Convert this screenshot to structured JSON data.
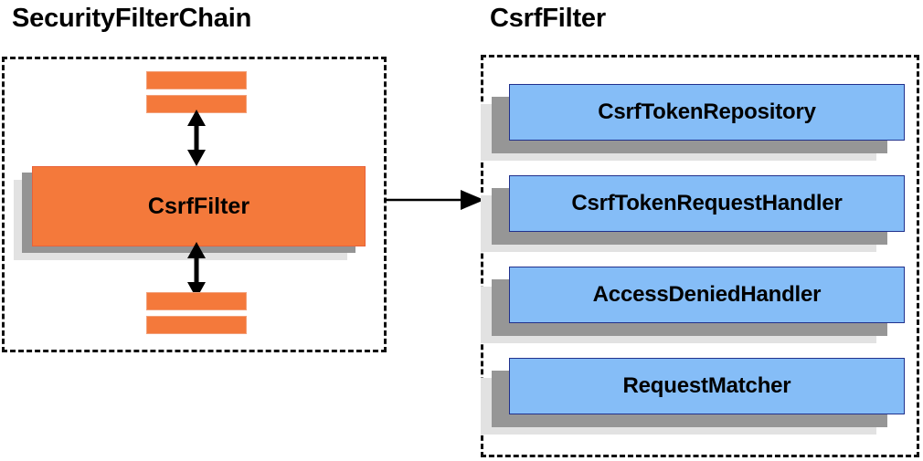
{
  "diagram": {
    "title_left": "SecurityFilterChain",
    "title_right": "CsrfFilter",
    "colors": {
      "orange_fill": "#F4793B",
      "blue_fill": "#85BDF7",
      "blue_border": "#21318C",
      "shadow_dark": "#969696",
      "shadow_light": "#E2E2E2",
      "outline": "#111111"
    }
  },
  "left_panel": {
    "title": "SecurityFilterChain",
    "main_filter": {
      "label": "CsrfFilter"
    },
    "filter_bars": [
      {
        "name": "filter-bar-above-1"
      },
      {
        "name": "filter-bar-above-2"
      },
      {
        "name": "filter-bar-below-1"
      },
      {
        "name": "filter-bar-below-2"
      }
    ],
    "arrows": [
      {
        "name": "arrow-bidirectional-above",
        "direction": "up-down"
      },
      {
        "name": "arrow-bidirectional-below",
        "direction": "up-down"
      }
    ]
  },
  "right_panel": {
    "title": "CsrfFilter",
    "components": [
      {
        "label": "CsrfTokenRepository"
      },
      {
        "label": "CsrfTokenRequestHandler"
      },
      {
        "label": "AccessDeniedHandler"
      },
      {
        "label": "RequestMatcher"
      }
    ]
  },
  "connector": {
    "name": "arrow-left-to-right",
    "direction": "right"
  }
}
